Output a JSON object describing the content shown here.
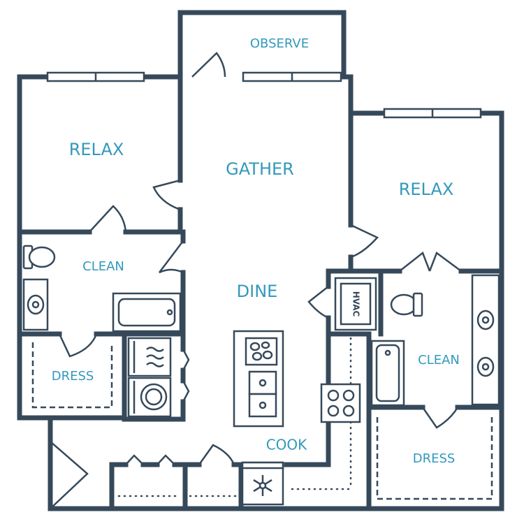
{
  "colors": {
    "wall": "#36495a",
    "label": "#3399bb"
  },
  "rooms": {
    "observe": "OBSERVE",
    "relax_left": "RELAX",
    "gather": "GATHER",
    "relax_right": "RELAX",
    "clean_left": "CLEAN",
    "dine": "DINE",
    "dress_left": "DRESS",
    "clean_right": "CLEAN",
    "cook": "COOK",
    "dress_right": "DRESS"
  },
  "fixtures": {
    "hvac": "HVAC"
  }
}
